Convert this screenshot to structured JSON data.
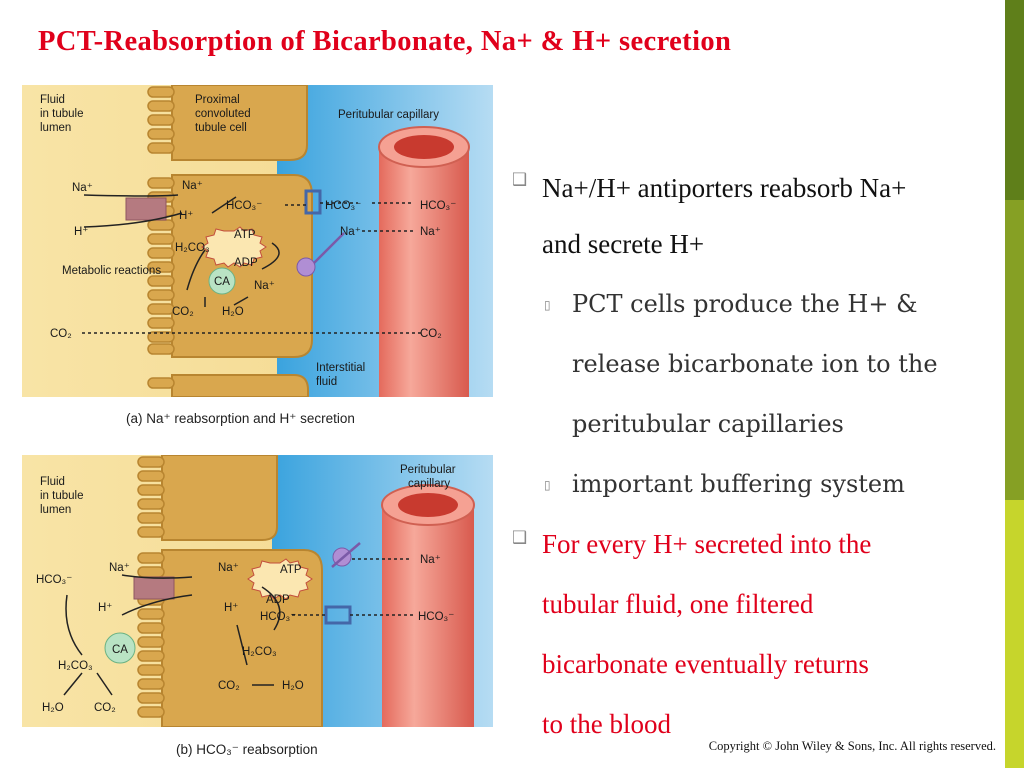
{
  "slide": {
    "title": "PCT-Reabsorption of Bicarbonate, Na+ & H+ secretion",
    "copyright": "Copyright © John Wiley & Sons, Inc. All rights reserved."
  },
  "colors": {
    "title": "#e0001b",
    "sidebar_top": "#6b8a1f",
    "sidebar_mid": "#8ea72a",
    "sidebar_bottom": "#c8d62e"
  },
  "bullets": [
    {
      "level": 1,
      "color": "black",
      "lines": [
        "Na+/H+ antiporters reabsorb Na+",
        "and secrete H+"
      ]
    },
    {
      "level": 2,
      "color": "black",
      "lines": [
        "PCT cells produce the H+ &",
        "release bicarbonate ion to the",
        "peritubular capillaries"
      ]
    },
    {
      "level": 2,
      "color": "black",
      "lines": [
        "important buffering system"
      ]
    },
    {
      "level": 1,
      "color": "red",
      "lines": [
        "For every H+ secreted into the",
        "tubular fluid, one filtered",
        "bicarbonate eventually returns",
        "to the blood"
      ]
    }
  ],
  "figure_a": {
    "caption": "(a) Na⁺ reabsorption and H⁺ secretion",
    "labels": {
      "lumen": [
        "Fluid",
        "in tubule",
        "lumen"
      ],
      "cell": [
        "Proximal",
        "convoluted",
        "tubule cell"
      ],
      "capillary": "Peritubular capillary",
      "interstitial": [
        "Interstitial",
        "fluid"
      ],
      "metabolic": "Metabolic reactions",
      "na_lumen": "Na⁺",
      "na_cell": "Na⁺",
      "h_lumen": "H⁺",
      "h_cell": "H⁺",
      "hco3_cell": "HCO₃⁻",
      "hco3_int": "HCO₃⁻",
      "hco3_cap": "HCO₃⁻",
      "h2co3": "H₂CO₃",
      "atp": "ATP",
      "adp": "ADP",
      "ca": "CA",
      "na_bottom": "Na⁺",
      "na_int": "Na⁺",
      "na_cap": "Na⁺",
      "co2_cell": "CO₂",
      "h2o": "H₂O",
      "co2_lumen": "CO₂",
      "co2_right": "CO₂"
    }
  },
  "figure_b": {
    "caption": "(b) HCO₃⁻ reabsorption",
    "labels": {
      "lumen": [
        "Fluid",
        "in tubule",
        "lumen"
      ],
      "capillary": [
        "Peritubular",
        "capillary"
      ],
      "hco3_lumen": "HCO₃⁻",
      "na_lumen": "Na⁺",
      "na_cell": "Na⁺",
      "na_cap": "Na⁺",
      "h_lumen": "H⁺",
      "h_cell": "H⁺",
      "ca": "CA",
      "h2co3_lumen": "H₂CO₃",
      "h2o_lumen": "H₂O",
      "co2_lumen": "CO₂",
      "atp": "ATP",
      "adp": "ADP",
      "hco3_cell": "HCO₃⁻",
      "hco3_cap": "HCO₃⁻",
      "h2co3_cell": "H₂CO₃",
      "co2_cell": "CO₂",
      "h2o_cell": "H₂O"
    }
  }
}
